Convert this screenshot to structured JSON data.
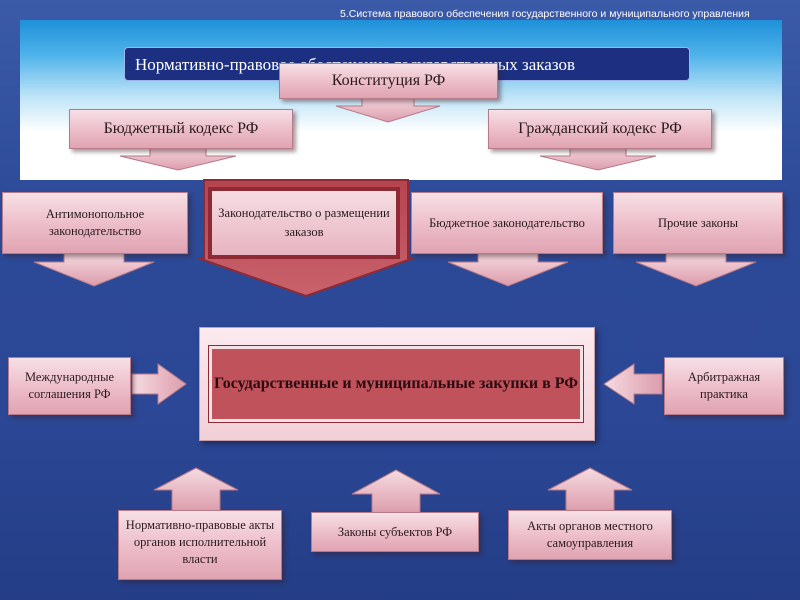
{
  "header": {
    "slide_caption": "5.Система правового обеспечения государственного и муниципального управления"
  },
  "title": "Нормативно-правовое обеспечение государственных заказов",
  "top_level": {
    "constitution": "Конституция РФ",
    "budget_code": "Бюджетный кодекс РФ",
    "civil_code": "Гражданский кодекс РФ"
  },
  "middle_level": {
    "antimonopoly": "Антимонопольное законодательство",
    "placement_law": "Законодательство о размещении заказов",
    "budget_law": "Бюджетное законодательство",
    "other_laws": "Прочие законы"
  },
  "center": {
    "label": "Государственные и муниципальные закупки в РФ"
  },
  "side": {
    "international": "Международные соглашения РФ",
    "arbitration": "Арбитражная практика"
  },
  "bottom_level": {
    "executive_acts": "Нормативно-правовые акты органов исполнительной власти",
    "subject_laws": "Законы субъектов РФ",
    "local_acts": "Акты органов местного самоуправления"
  },
  "colors": {
    "background": "#2c4a98",
    "box_pink": "#ecbcc8",
    "arrow_pink": "#e9b5c2",
    "dark_red": "#8f2a35",
    "center_red": "#c0525b",
    "title_banner": "#1c2f80"
  }
}
